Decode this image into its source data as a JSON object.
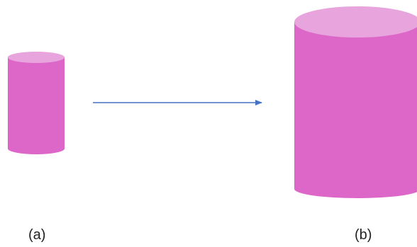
{
  "labels": {
    "left": "(a)",
    "right": "(b)"
  },
  "colors": {
    "cylinder_body": "#DC67C8",
    "cylinder_top": "#E8A4DC",
    "arrow": "#4472C4",
    "background": "#FFFFFF"
  },
  "shapes": {
    "left": "small-cylinder",
    "right": "large-cylinder",
    "connector": "right-arrow"
  }
}
